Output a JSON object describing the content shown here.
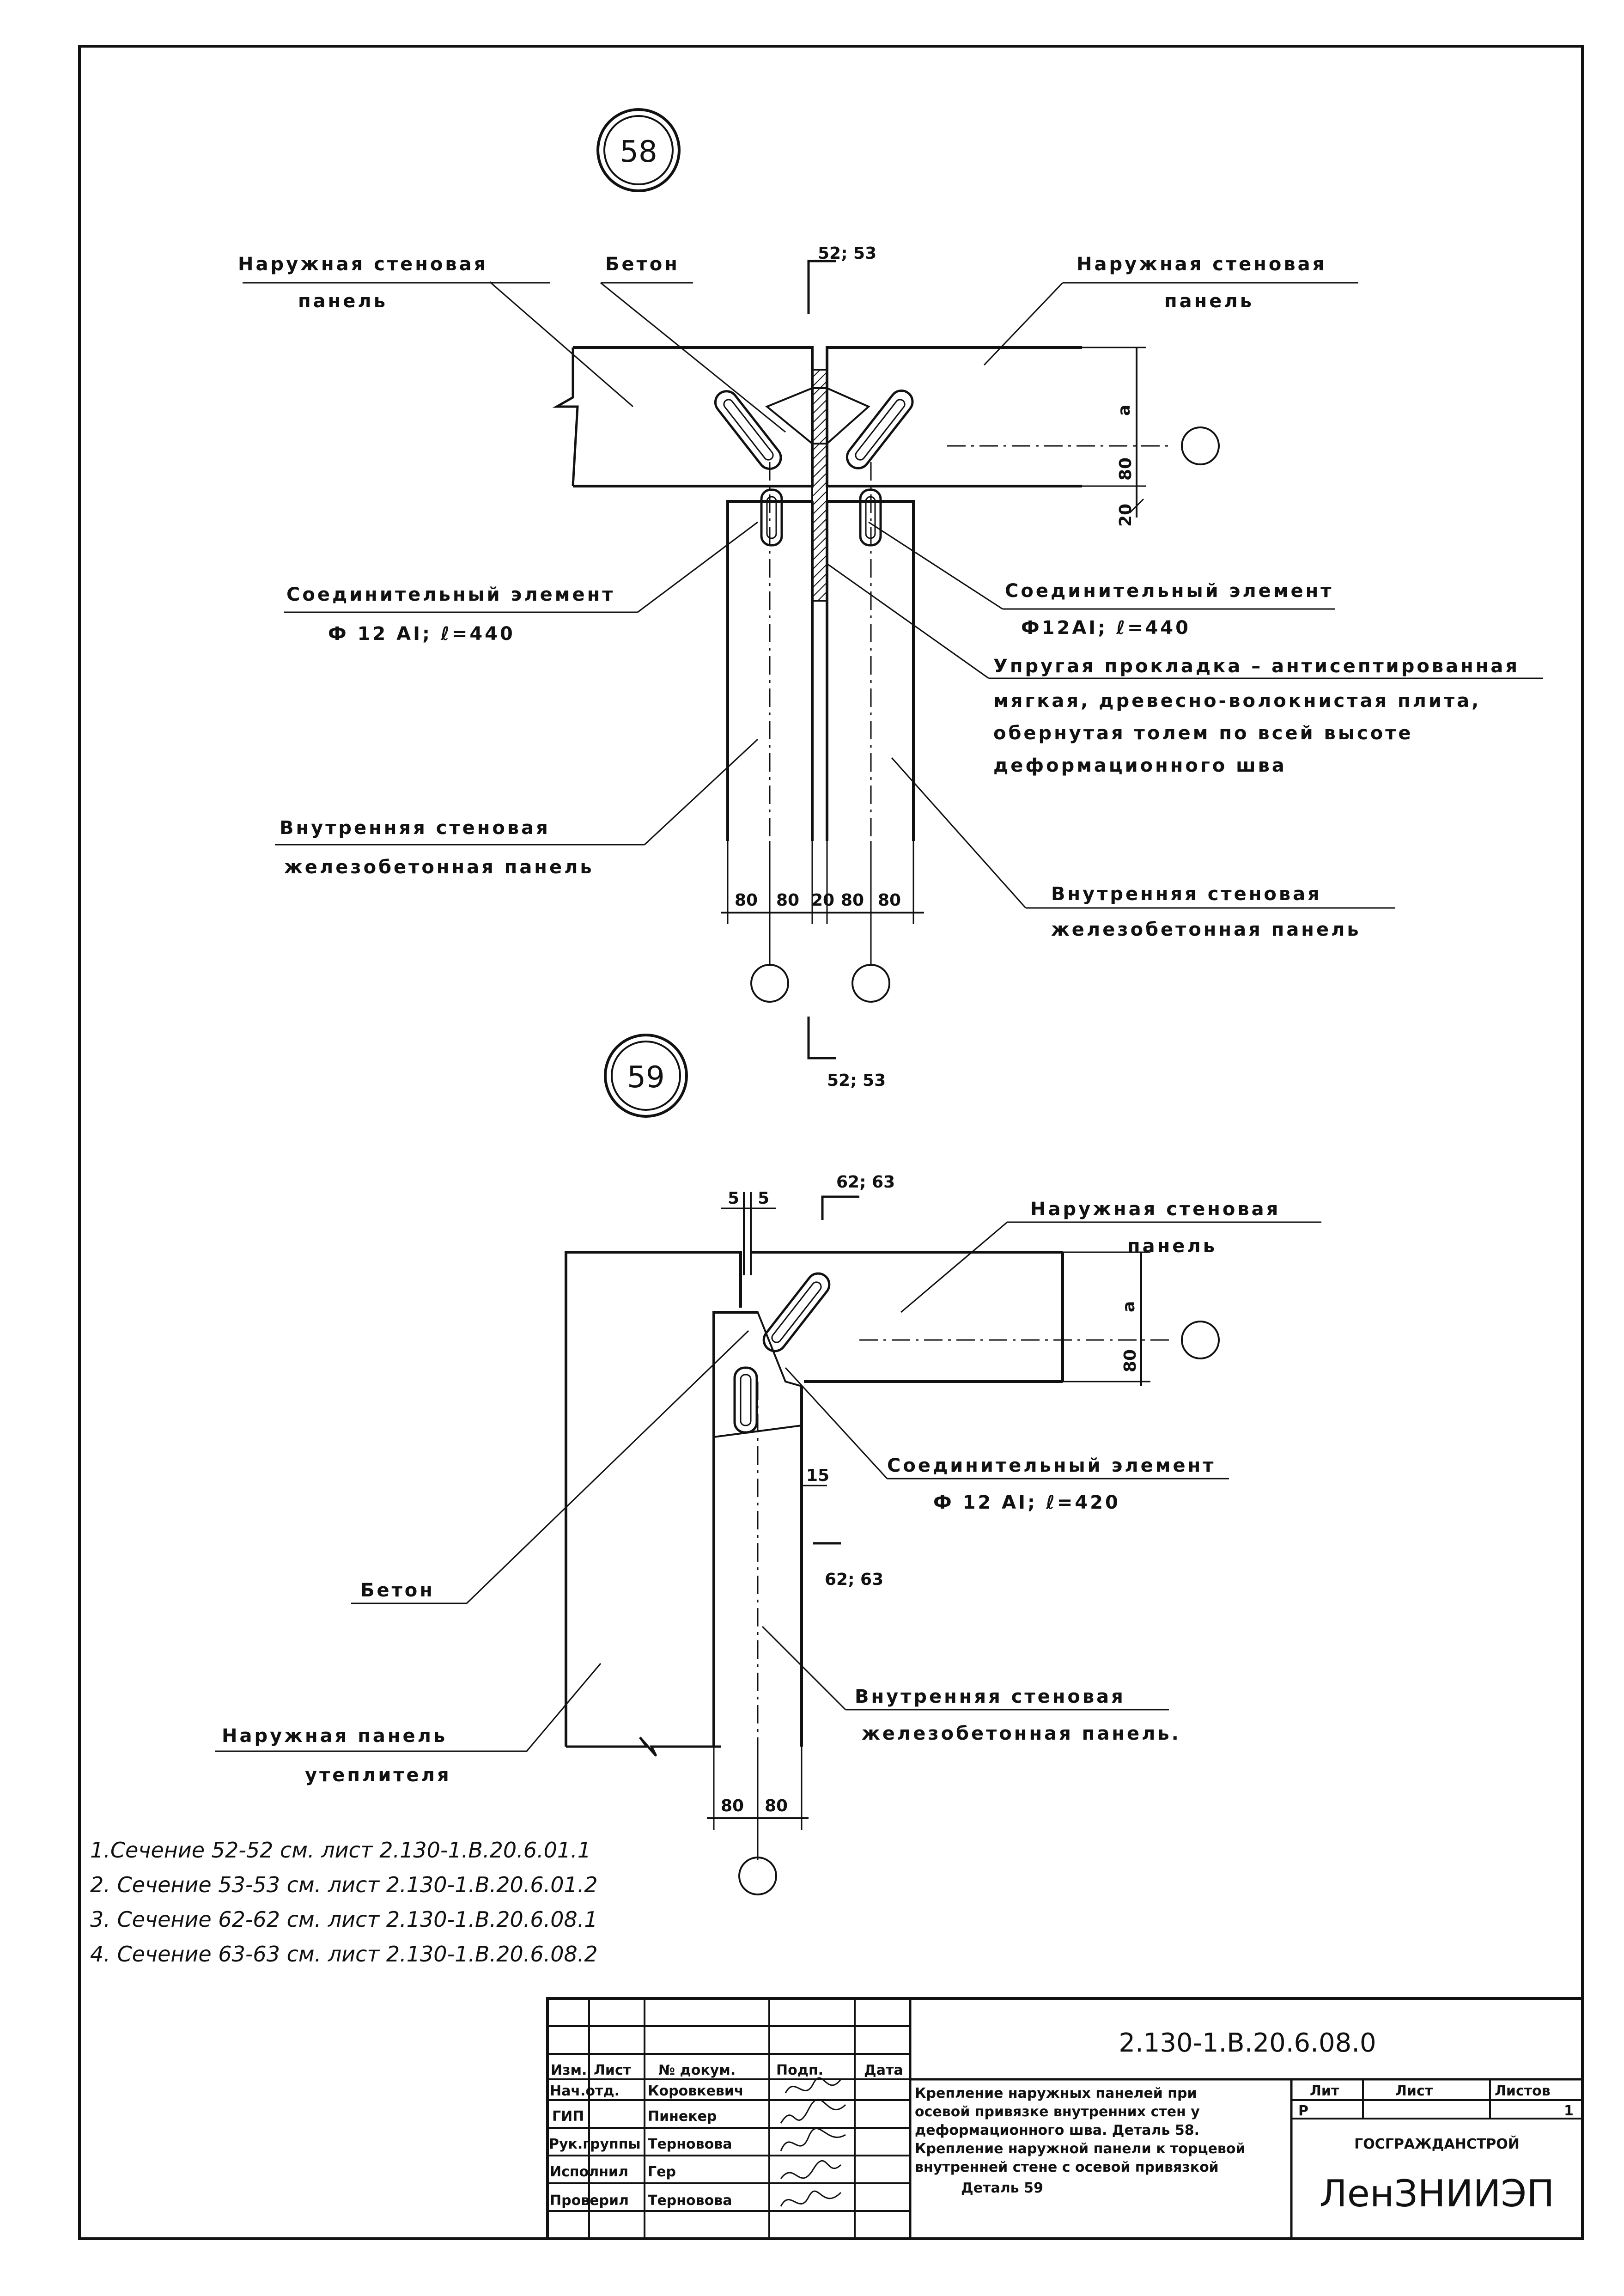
{
  "detail58": {
    "number": "58",
    "section_top": "52; 53",
    "section_bottom": "52; 53",
    "labels": {
      "outer_panel_left_1": "Наружная стеновая",
      "outer_panel_left_2": "панель",
      "concrete": "Бетон",
      "outer_panel_right_1": "Наружная стеновая",
      "outer_panel_right_2": "панель",
      "connector_left_1": "Соединительный элемент",
      "connector_left_2": "Ф 12 АI; ℓ=440",
      "connector_right_1": "Соединительный элемент",
      "connector_right_2": "Ф12АI; ℓ=440",
      "gasket_1": "Упругая прокладка – антисептированная",
      "gasket_2": "мягкая, древесно-волокнистая плита,",
      "gasket_3": "обернутая толем по всей высоте",
      "gasket_4": "деформационного шва",
      "inner_left_1": "Внутренняя стеновая",
      "inner_left_2": "железобетонная панель",
      "inner_right_1": "Внутренняя стеновая",
      "inner_right_2": "железобетонная панель"
    },
    "dims": {
      "a": "a",
      "d80": "80",
      "d20": "20",
      "b1": "80",
      "b2": "80",
      "b3": "20",
      "b4": "80",
      "b5": "80"
    }
  },
  "detail59": {
    "number": "59",
    "section": "62; 63",
    "section_lower": "62; 63",
    "labels": {
      "outer_panel_1": "Наружная стеновая",
      "outer_panel_2": "панель",
      "connector_1": "Соединительный элемент",
      "connector_2": "Ф 12 АI; ℓ=420",
      "concrete": "Бетон",
      "inner_1": "Внутренняя стеновая",
      "inner_2": "железобетонная панель.",
      "outer_ins_1": "Наружная панель",
      "outer_ins_2": "утеплителя"
    },
    "dims": {
      "d5a": "5",
      "d5b": "5",
      "a": "a",
      "d80": "80",
      "d15": "15",
      "b1": "80",
      "b2": "80"
    }
  },
  "notes": [
    "1.Сечение 52-52 см. лист 2.130-1.В.20.6.01.1",
    "2. Сечение 53-53 см. лист 2.130-1.В.20.6.01.2",
    "3. Сечение 62-62 см. лист 2.130-1.В.20.6.08.1",
    "4. Сечение 63-63 см. лист 2.130-1.В.20.6.08.2"
  ],
  "title_block": {
    "code": "2.130-1.В.20.6.08.0",
    "col_headers": [
      "Изм.",
      "Лист",
      "№ докум.",
      "Подп.",
      "Дата"
    ],
    "roles": [
      {
        "role": "Нач.отд.",
        "name": "Коровкевич"
      },
      {
        "role": "ГИП",
        "name": "Пинекер"
      },
      {
        "role": "Рук.группы",
        "name": "Терновова"
      },
      {
        "role": "Исполнил",
        "name": "Гер"
      },
      {
        "role": "Проверил",
        "name": "Терновова"
      }
    ],
    "description": [
      "Крепление наружных панелей при",
      "осевой привязке внутренних стен у",
      "деформационного шва. Деталь 58.",
      "Крепление наружной панели к торцевой",
      "внутренней стене с осевой привязкой",
      "Деталь 59"
    ],
    "lit_label": "Лит",
    "sheet_label": "Лист",
    "sheets_label": "Листов",
    "lit_value": "Р",
    "sheets_value": "1",
    "org_1": "ГОСГРАЖДАНСТРОЙ",
    "org_2": "ЛенЗНИИЭП"
  }
}
